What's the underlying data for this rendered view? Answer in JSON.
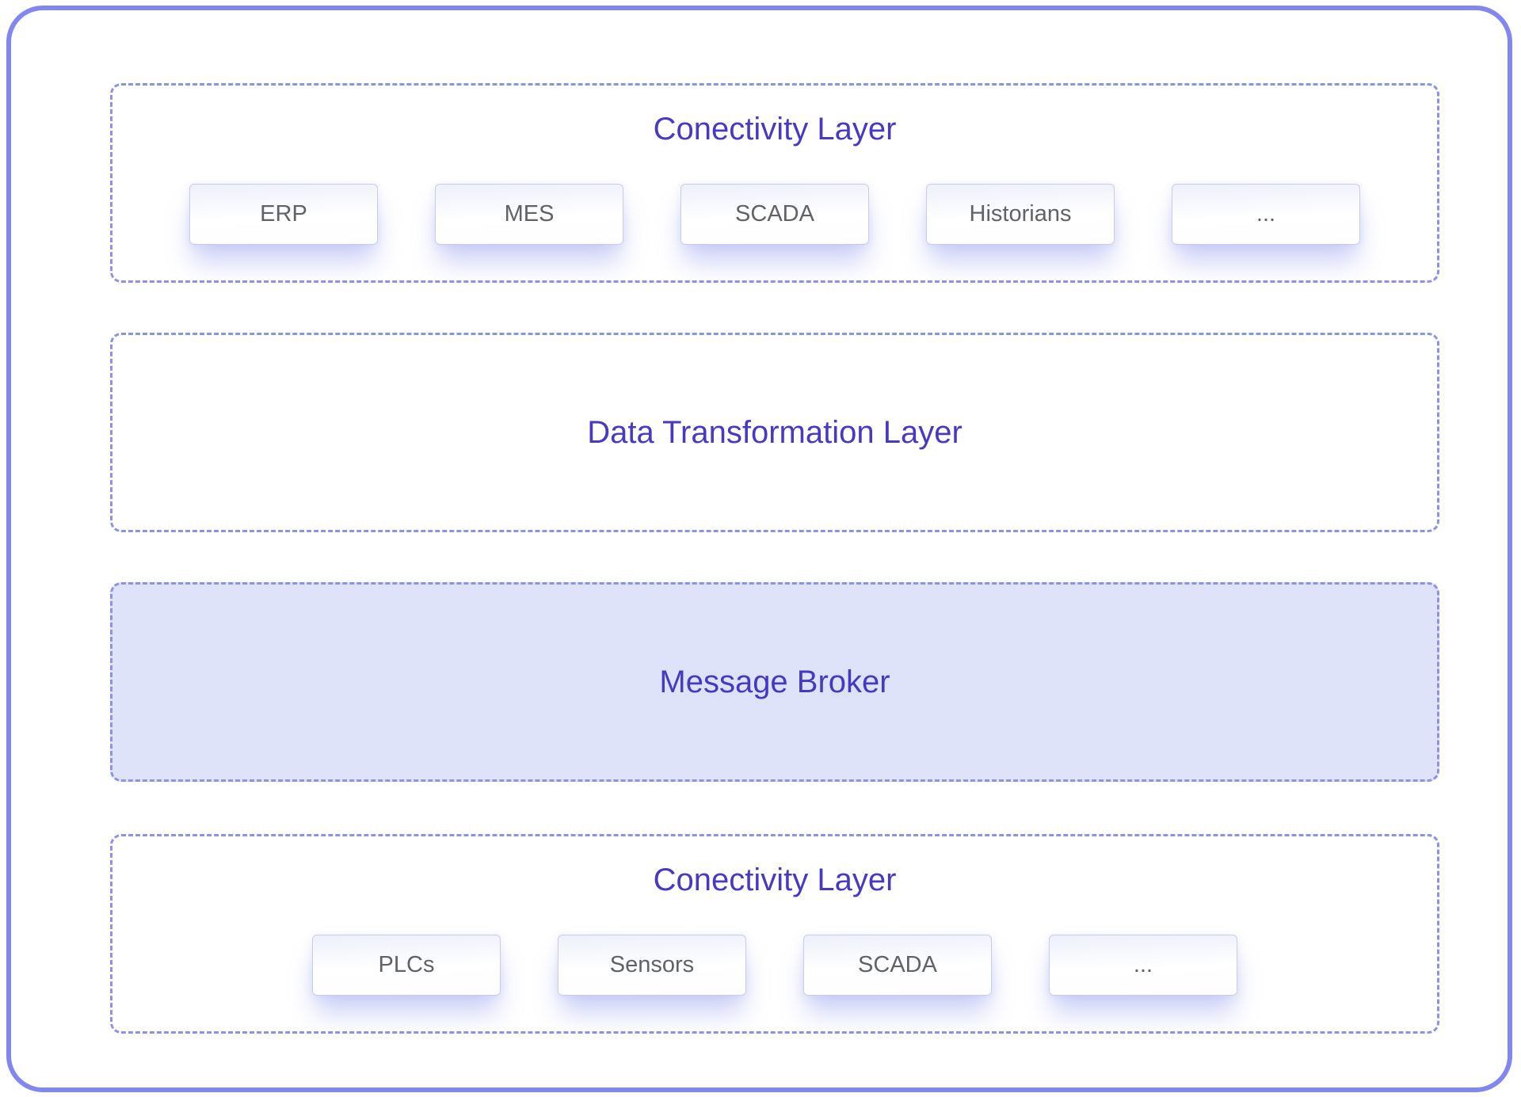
{
  "styles": {
    "frame_border_color": "#8287f0",
    "dashed_border_color": "#8d93e4",
    "accent_text_color": "#4639c2",
    "broker_fill_color": "#dfe3f9",
    "node_text_color": "#5f6368",
    "node_glow_color": "#848ee8"
  },
  "layers": {
    "connectivity_top": {
      "title": "Conectivity Layer",
      "nodes": [
        "ERP",
        "MES",
        "SCADA",
        "Historians",
        "..."
      ]
    },
    "data_transformation": {
      "title": "Data Transformation Layer"
    },
    "message_broker": {
      "title": "Message Broker"
    },
    "connectivity_bottom": {
      "title": "Conectivity Layer",
      "nodes": [
        "PLCs",
        "Sensors",
        "SCADA",
        "..."
      ]
    }
  }
}
